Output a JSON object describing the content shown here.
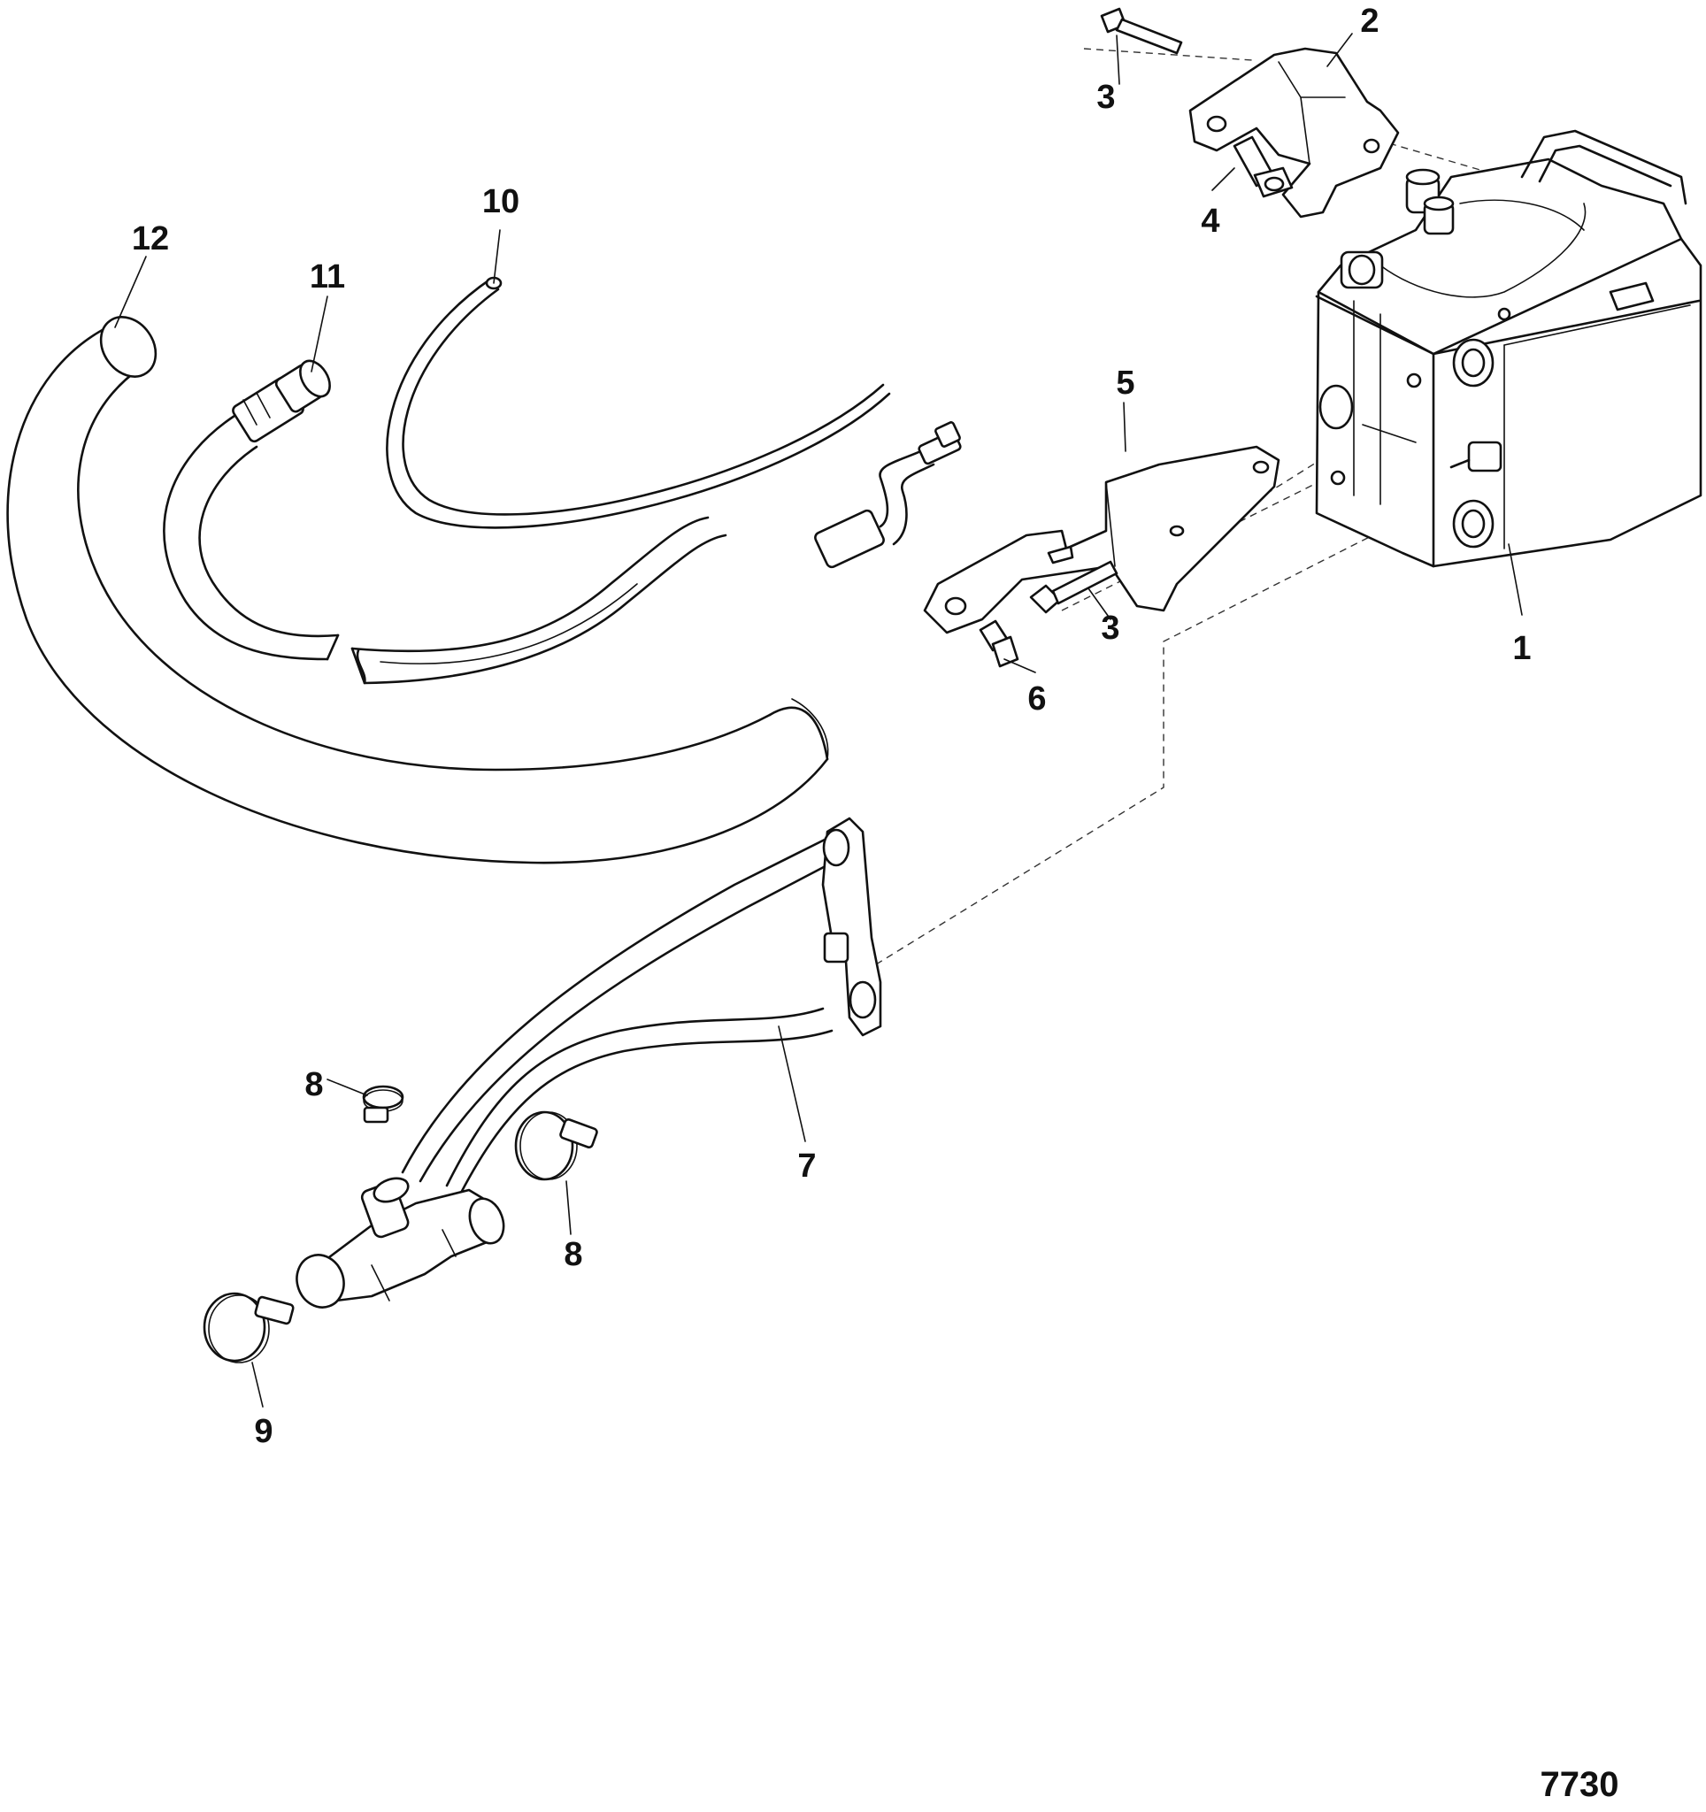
{
  "callouts": {
    "c1": "1",
    "c2": "2",
    "c3a": "3",
    "c3b": "3",
    "c4": "4",
    "c5": "5",
    "c6": "6",
    "c7": "7",
    "c8a": "8",
    "c8b": "8",
    "c9": "9",
    "c10": "10",
    "c11": "11",
    "c12": "12"
  },
  "figure_number": "7730"
}
